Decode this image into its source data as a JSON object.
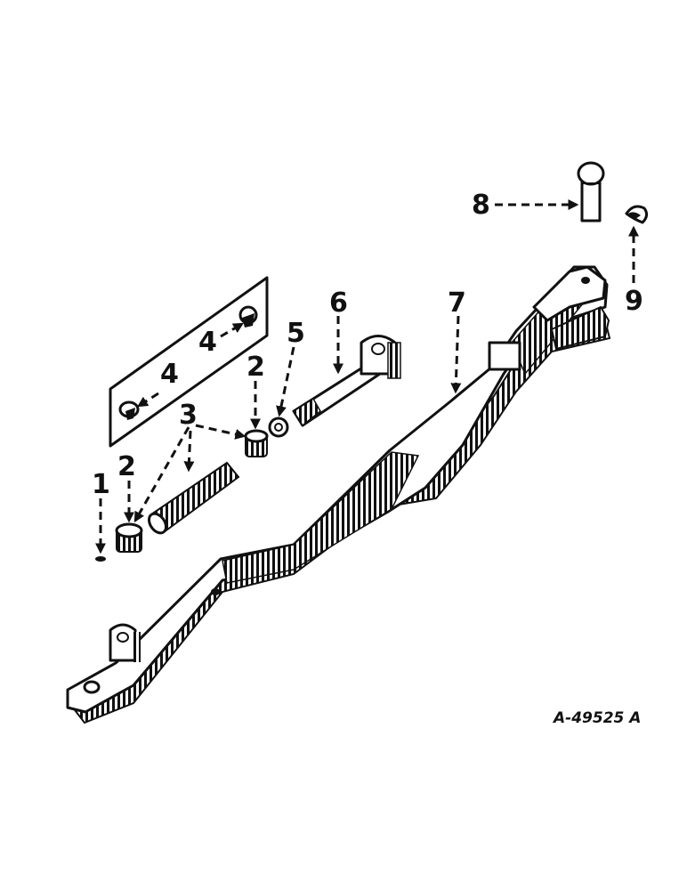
{
  "callouts": [
    {
      "id": "1",
      "label": "1"
    },
    {
      "id": "2a",
      "label": "2"
    },
    {
      "id": "2b",
      "label": "2"
    },
    {
      "id": "3",
      "label": "3"
    },
    {
      "id": "4a",
      "label": "4"
    },
    {
      "id": "4b",
      "label": "4"
    },
    {
      "id": "5",
      "label": "5"
    },
    {
      "id": "6",
      "label": "6"
    },
    {
      "id": "7",
      "label": "7"
    },
    {
      "id": "8",
      "label": "8"
    },
    {
      "id": "9",
      "label": "9"
    }
  ],
  "drawing_code": "A-49525 A"
}
